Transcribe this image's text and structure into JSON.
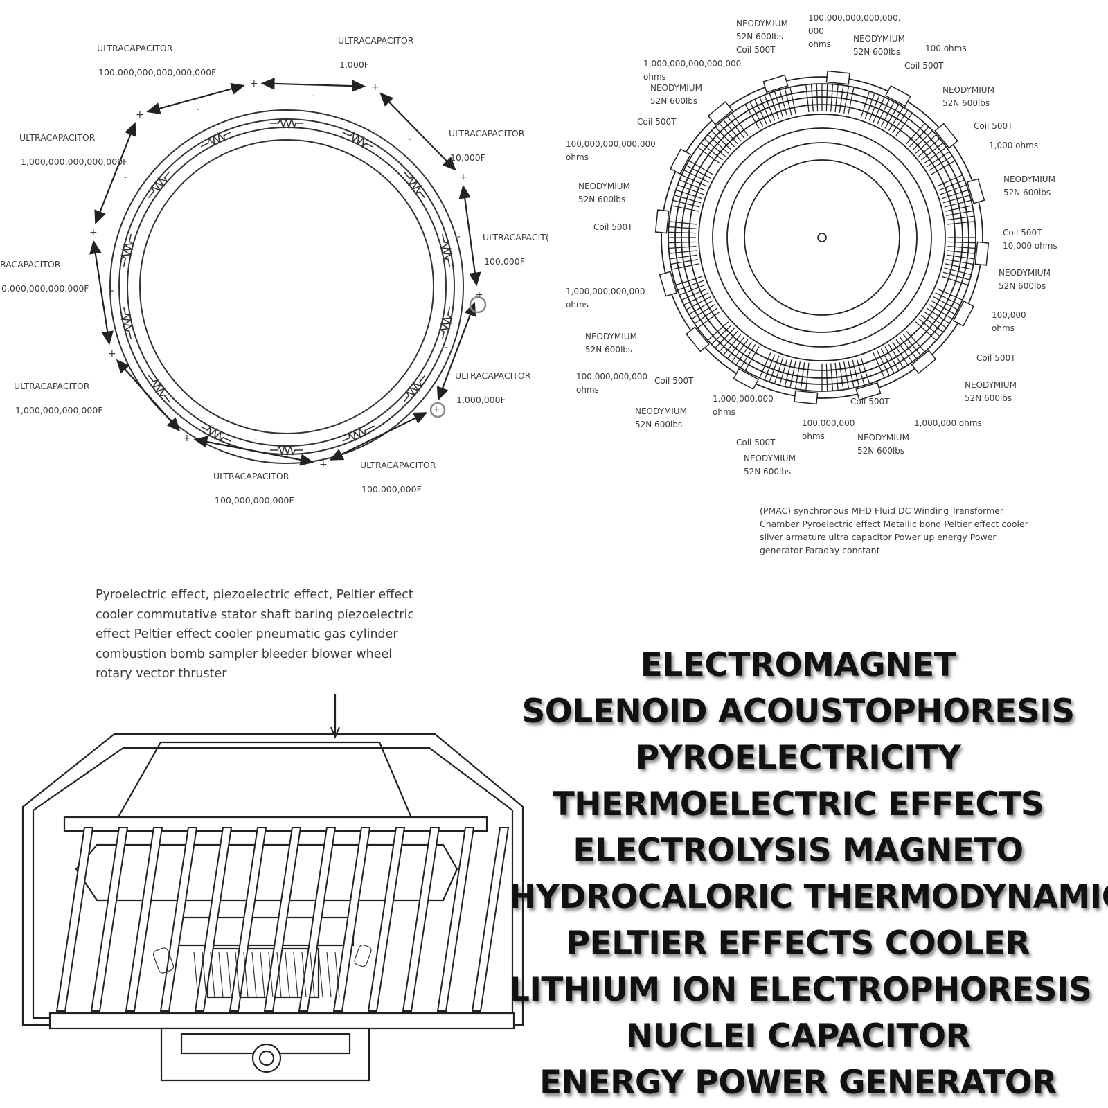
{
  "capacitor_ring": {
    "labels": [
      {
        "name": "ULTRACAPACITOR",
        "value": "100,000,000,000,000,000F"
      },
      {
        "name": "ULTRACAPACITOR",
        "value": "1,000F"
      },
      {
        "name": "ULTRACAPACITOR",
        "value": "1,000,000,000,000,000F"
      },
      {
        "name": "ULTRACAPACITOR",
        "value": "10,000F"
      },
      {
        "name": "ULTRACAPACIT(",
        "value": "100,000F"
      },
      {
        "name": "RACAPACITOR",
        "value": "0,000,000,000,000F"
      },
      {
        "name": "ULTRACAPACITOR",
        "value": "1,000,000F"
      },
      {
        "name": "ULTRACAPACITOR",
        "value": "1,000,000,000,000F"
      },
      {
        "name": "ULTRACAPACITOR",
        "value": "100,000,000F"
      },
      {
        "name": "ULTRACAPACITOR",
        "value": "100,000,000,000F"
      }
    ],
    "signs": {
      "plus": "+",
      "minus": "-"
    }
  },
  "coil_ring": {
    "labels": [
      {
        "lines": [
          "NEODYMIUM",
          "52N 600lbs",
          "Coil 500T"
        ]
      },
      {
        "lines": [
          "100,000,000,000,000,",
          "000",
          "ohms"
        ]
      },
      {
        "lines": [
          "NEODYMIUM",
          "52N 600lbs"
        ]
      },
      {
        "lines": [
          "100 ohms"
        ]
      },
      {
        "lines": [
          "Coil 500T"
        ]
      },
      {
        "lines": [
          "1,000,000,000,000,000",
          "ohms"
        ]
      },
      {
        "lines": [
          "NEODYMIUM",
          "52N 600lbs"
        ]
      },
      {
        "lines": [
          "NEODYMIUM",
          "52N 600lbs"
        ]
      },
      {
        "lines": [
          "Coil 500T"
        ]
      },
      {
        "lines": [
          "Coil 500T"
        ]
      },
      {
        "lines": [
          "100,000,000,000,000",
          "ohms"
        ]
      },
      {
        "lines": [
          "1,000 ohms"
        ]
      },
      {
        "lines": [
          "NEODYMIUM",
          "52N 600lbs"
        ]
      },
      {
        "lines": [
          "NEODYMIUM",
          "52N 600lbs"
        ]
      },
      {
        "lines": [
          "Coil 500T"
        ]
      },
      {
        "lines": [
          "Coil 500T",
          "10,000 ohms"
        ]
      },
      {
        "lines": [
          "NEODYMIUM",
          "52N 600lbs"
        ]
      },
      {
        "lines": [
          "1,000,000,000,000",
          "ohms"
        ]
      },
      {
        "lines": [
          "100,000",
          "ohms"
        ]
      },
      {
        "lines": [
          "NEODYMIUM",
          "52N 600lbs"
        ]
      },
      {
        "lines": [
          "Coil 500T"
        ]
      },
      {
        "lines": [
          "100,000,000,000",
          "ohms"
        ]
      },
      {
        "lines": [
          "Coil 500T"
        ]
      },
      {
        "lines": [
          "NEODYMIUM",
          "52N 600lbs"
        ]
      },
      {
        "lines": [
          "1,000,000,000",
          "ohms"
        ]
      },
      {
        "lines": [
          "Coil 500T"
        ]
      },
      {
        "lines": [
          "NEODYMIUM",
          "52N 600lbs"
        ]
      },
      {
        "lines": [
          "100,000,000",
          "ohms"
        ]
      },
      {
        "lines": [
          "1,000,000 ohms"
        ]
      },
      {
        "lines": [
          "NEODYMIUM",
          "52N 600lbs"
        ]
      },
      {
        "lines": [
          "Coil 500T"
        ]
      },
      {
        "lines": [
          "NEODYMIUM",
          "52N 600lbs"
        ]
      }
    ],
    "caption": "(PMAC) synchronous MHD Fluid DC Winding Transformer Chamber Pyroelectric effect Metallic bond Peltier effect cooler silver armature ultra capacitor Power up energy Power generator  Faraday constant"
  },
  "device": {
    "caption": "Pyroelectric effect, piezoelectric effect, Peltier effect cooler commutative stator shaft baring piezoelectric effect Peltier effect cooler pneumatic gas cylinder combustion bomb sampler bleeder blower wheel rotary vector thruster"
  },
  "title_block": {
    "lines": [
      "ELECTROMAGNET",
      "SOLENOID ACOUSTOPHORESIS",
      "PYROELECTRICITY",
      "THERMOELECTRIC EFFECTS",
      "ELECTROLYSIS MAGNETO",
      "HYDROCALORIC THERMODYNAMIC",
      "PELTIER EFFECTS COOLER",
      "LITHIUM ION ELECTROPHORESIS",
      "NUCLEI CAPACITOR",
      "ENERGY POWER GENERATOR"
    ]
  },
  "colors": {
    "ink": "#2a2a2a",
    "background": "#ffffff",
    "title_text": "#111111"
  }
}
